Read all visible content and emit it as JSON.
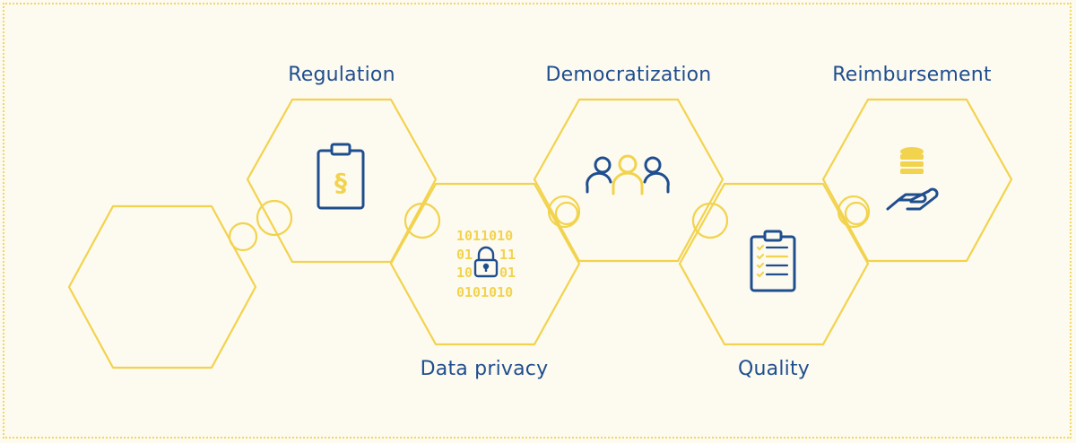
{
  "labels": {
    "regulation": "Regulation",
    "data_privacy": "Data privacy",
    "democratization": "Democratization",
    "quality": "Quality",
    "reimbursement": "Reimbursement"
  },
  "binary_lines": [
    "1011010",
    "01",
    "11",
    "10",
    "01",
    "0101010"
  ],
  "icons": [
    "clipboard-paragraph-icon",
    "padlock-icon",
    "people-group-icon",
    "checklist-clipboard-icon",
    "coins-hand-icon"
  ],
  "colors": {
    "accent_yellow": "#f2d34d",
    "primary_blue": "#1f4e8f",
    "background": "#fdfaf0"
  }
}
